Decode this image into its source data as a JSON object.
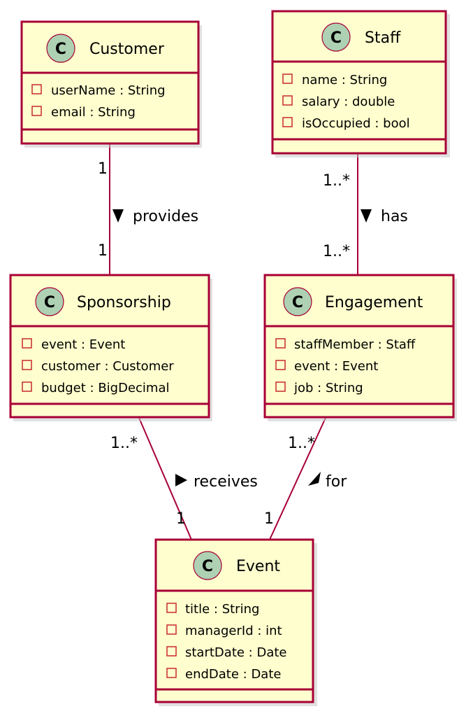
{
  "classes": {
    "customer": {
      "stereotype_letter": "C",
      "name": "Customer",
      "attributes": [
        "userName : String",
        "email : String"
      ]
    },
    "staff": {
      "stereotype_letter": "C",
      "name": "Staff",
      "attributes": [
        "name : String",
        "salary : double",
        "isOccupied : bool"
      ]
    },
    "sponsorship": {
      "stereotype_letter": "C",
      "name": "Sponsorship",
      "attributes": [
        "event : Event",
        "customer : Customer",
        "budget : BigDecimal"
      ]
    },
    "engagement": {
      "stereotype_letter": "C",
      "name": "Engagement",
      "attributes": [
        "staffMember : Staff",
        "event : Event",
        "job : String"
      ]
    },
    "event": {
      "stereotype_letter": "C",
      "name": "Event",
      "attributes": [
        "title : String",
        "managerId : int",
        "startDate : Date",
        "endDate : Date"
      ]
    }
  },
  "associations": {
    "provides": {
      "label": "provides",
      "source_multiplicity": "1",
      "target_multiplicity": "1",
      "direction": "down"
    },
    "has": {
      "label": "has",
      "source_multiplicity": "1..*",
      "target_multiplicity": "1..*",
      "direction": "down"
    },
    "receives": {
      "label": "receives",
      "source_multiplicity": "1..*",
      "target_multiplicity": "1",
      "direction": "right"
    },
    "for": {
      "label": "for",
      "source_multiplicity": "1..*",
      "target_multiplicity": "1",
      "direction": "up-right"
    }
  },
  "colors": {
    "class_fill": "#FEFECE",
    "border": "#A80036",
    "class_circle": "#ADD1B2",
    "private_marker": "#C82930"
  },
  "icons": {
    "class_marker": "circle-c-icon",
    "attribute_visibility": "private-square-icon",
    "direction_marker": "triangle-arrow-icon"
  }
}
